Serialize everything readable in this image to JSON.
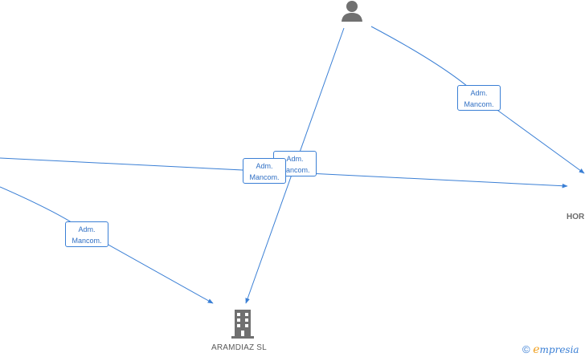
{
  "diagram": {
    "nodes": {
      "company": {
        "name": "ARAMDIAZ  SL",
        "icon": "building-icon"
      },
      "person": {
        "icon": "person-icon"
      },
      "right_company": {
        "name": "HOR"
      }
    },
    "edges": [
      {
        "label_line1": "Adm.",
        "label_line2": "Mancom."
      },
      {
        "label_line1": "Adm.",
        "label_line2": "Mancom."
      },
      {
        "label_line1": "Adm.",
        "label_line2": "Mancom."
      },
      {
        "label_line1": "Adm.",
        "label_line2": "Mancom."
      }
    ],
    "edge_color": "#3a7fd5",
    "icon_color": "#707070"
  },
  "footer": {
    "copyright_symbol": "©",
    "brand_initial": "e",
    "brand_rest": "mpresia"
  }
}
